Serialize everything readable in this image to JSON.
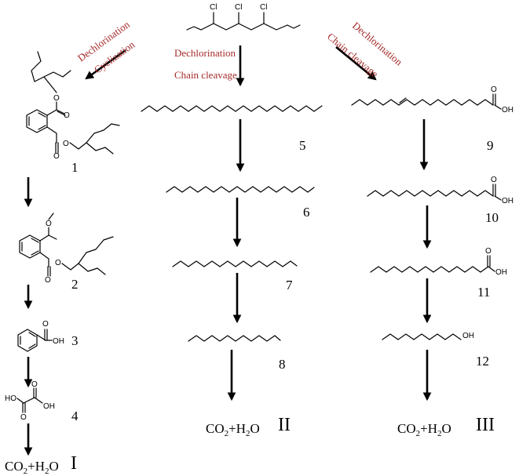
{
  "colors": {
    "reaction_label": "#a52a2a",
    "ink": "#000000"
  },
  "atoms": {
    "cl": "Cl",
    "o": "O",
    "oh": "OH",
    "ho": "HO"
  },
  "reactions": {
    "dechlorination": "Dechlorination",
    "cyclization": "Cyclization",
    "chain_cleavage": "Chain cleavage"
  },
  "compounds": [
    "1",
    "2",
    "3",
    "4",
    "5",
    "6",
    "7",
    "8",
    "9",
    "10",
    "11",
    "12"
  ],
  "products": {
    "co2": "CO",
    "co2_sub": "2",
    "plus": "+H",
    "h2o_sub": "2",
    "o": "O"
  },
  "pathways": [
    "I",
    "II",
    "III"
  ]
}
